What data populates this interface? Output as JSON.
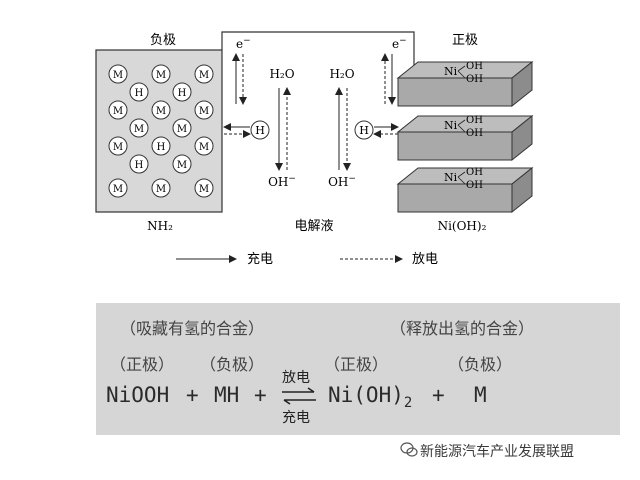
{
  "diagram": {
    "negative_label": "负极",
    "positive_label": "正极",
    "electron": "e",
    "water": "H₂O",
    "hydroxide": "OH",
    "hydrogen": "H",
    "metal": "M",
    "negative_bottom_label": "NH₂",
    "electrolyte_label": "电解液",
    "positive_bottom_label": "Ni(OH)₂",
    "plate_Ni": "Ni",
    "plate_OH": "OH",
    "legend_charge": "充电",
    "legend_discharge": "放电"
  },
  "equation": {
    "left_caption": "（吸藏有氢的合金）",
    "right_caption": "（释放出氢的合金）",
    "roles": [
      "（正极）",
      "（负极）",
      "（正极）",
      "（负极）"
    ],
    "reactant1": "NiOOH",
    "plus1": "+",
    "reactant2": "MH",
    "plus2": "+",
    "arrow_top": "放电",
    "arrow_bottom": "充电",
    "product1": "Ni(OH)",
    "product1_sub": "2",
    "plus3": "+",
    "product2": "M"
  },
  "watermark": "新能源汽车产业发展联盟"
}
